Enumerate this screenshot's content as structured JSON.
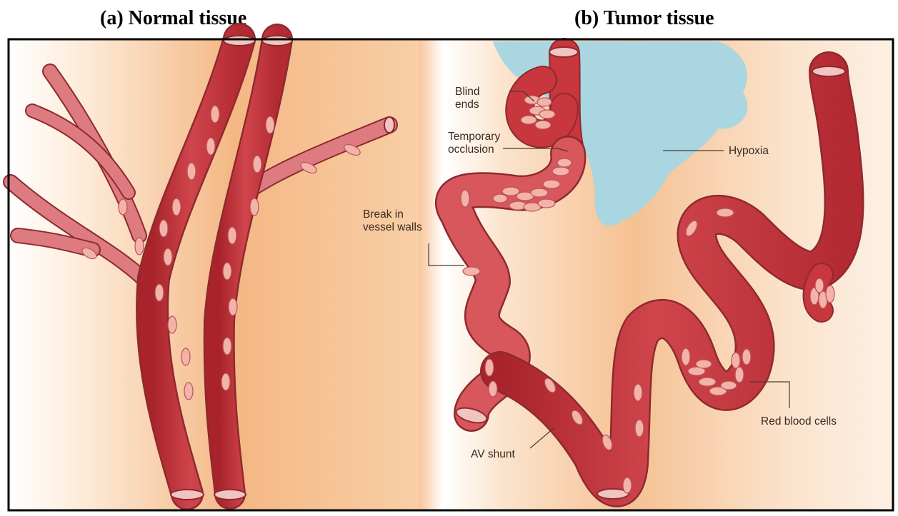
{
  "titles": {
    "normal": "(a) Normal tissue",
    "tumor": "(b) Tumor tissue"
  },
  "labels": {
    "blind_ends": [
      "Blind",
      "ends"
    ],
    "temporary_occlusion": [
      "Temporary",
      "occlusion"
    ],
    "hypoxia": "Hypoxia",
    "break_in_vessel_walls": [
      "Break in",
      "vessel walls"
    ],
    "av_shunt": "AV shunt",
    "red_blood_cells": "Red blood cells"
  },
  "colors": {
    "vessel": "#c8363e",
    "vessel_light": "#dd7b80",
    "red_blood_cell": "#f3b3a8",
    "hypoxia_region": "#a9d6e0",
    "tissue_orange": "#f4b784",
    "frame": "#000000"
  }
}
